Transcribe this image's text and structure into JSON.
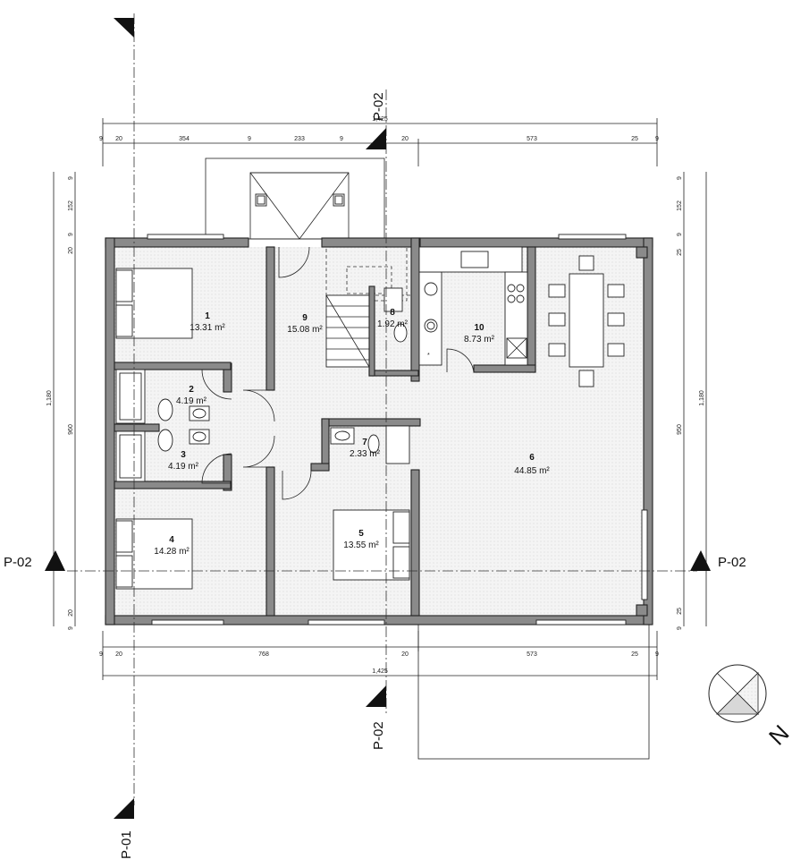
{
  "section_markers": {
    "p01_label": "P-01",
    "p02_label": "P-02"
  },
  "north_label": "N",
  "dimensions": {
    "top_overall": "1,425",
    "top_segments": [
      "9",
      "20",
      "354",
      "9",
      "233",
      "9",
      "20",
      "573",
      "25",
      "9"
    ],
    "bottom_overall": "1,425",
    "bottom_segments": [
      "9",
      "20",
      "768",
      "20",
      "573",
      "25",
      "9"
    ],
    "left_segments": [
      "9",
      "152",
      "9",
      "20",
      "960",
      "20",
      "9"
    ],
    "left_overall": "1,180",
    "right_segments": [
      "9",
      "152",
      "9",
      "25",
      "950",
      "25",
      "9"
    ],
    "right_overall": "1,180"
  },
  "rooms": [
    {
      "num": "1",
      "area": "13.31 m²"
    },
    {
      "num": "2",
      "area": "4.19 m²"
    },
    {
      "num": "3",
      "area": "4.19 m²"
    },
    {
      "num": "4",
      "area": "14.28 m²"
    },
    {
      "num": "5",
      "area": "13.55 m²"
    },
    {
      "num": "6",
      "area": "44.85 m²"
    },
    {
      "num": "7",
      "area": "2.33 m²"
    },
    {
      "num": "8",
      "area": "1.92 m²"
    },
    {
      "num": "9",
      "area": "15.08 m²"
    },
    {
      "num": "10",
      "area": "8.73 m²"
    }
  ]
}
